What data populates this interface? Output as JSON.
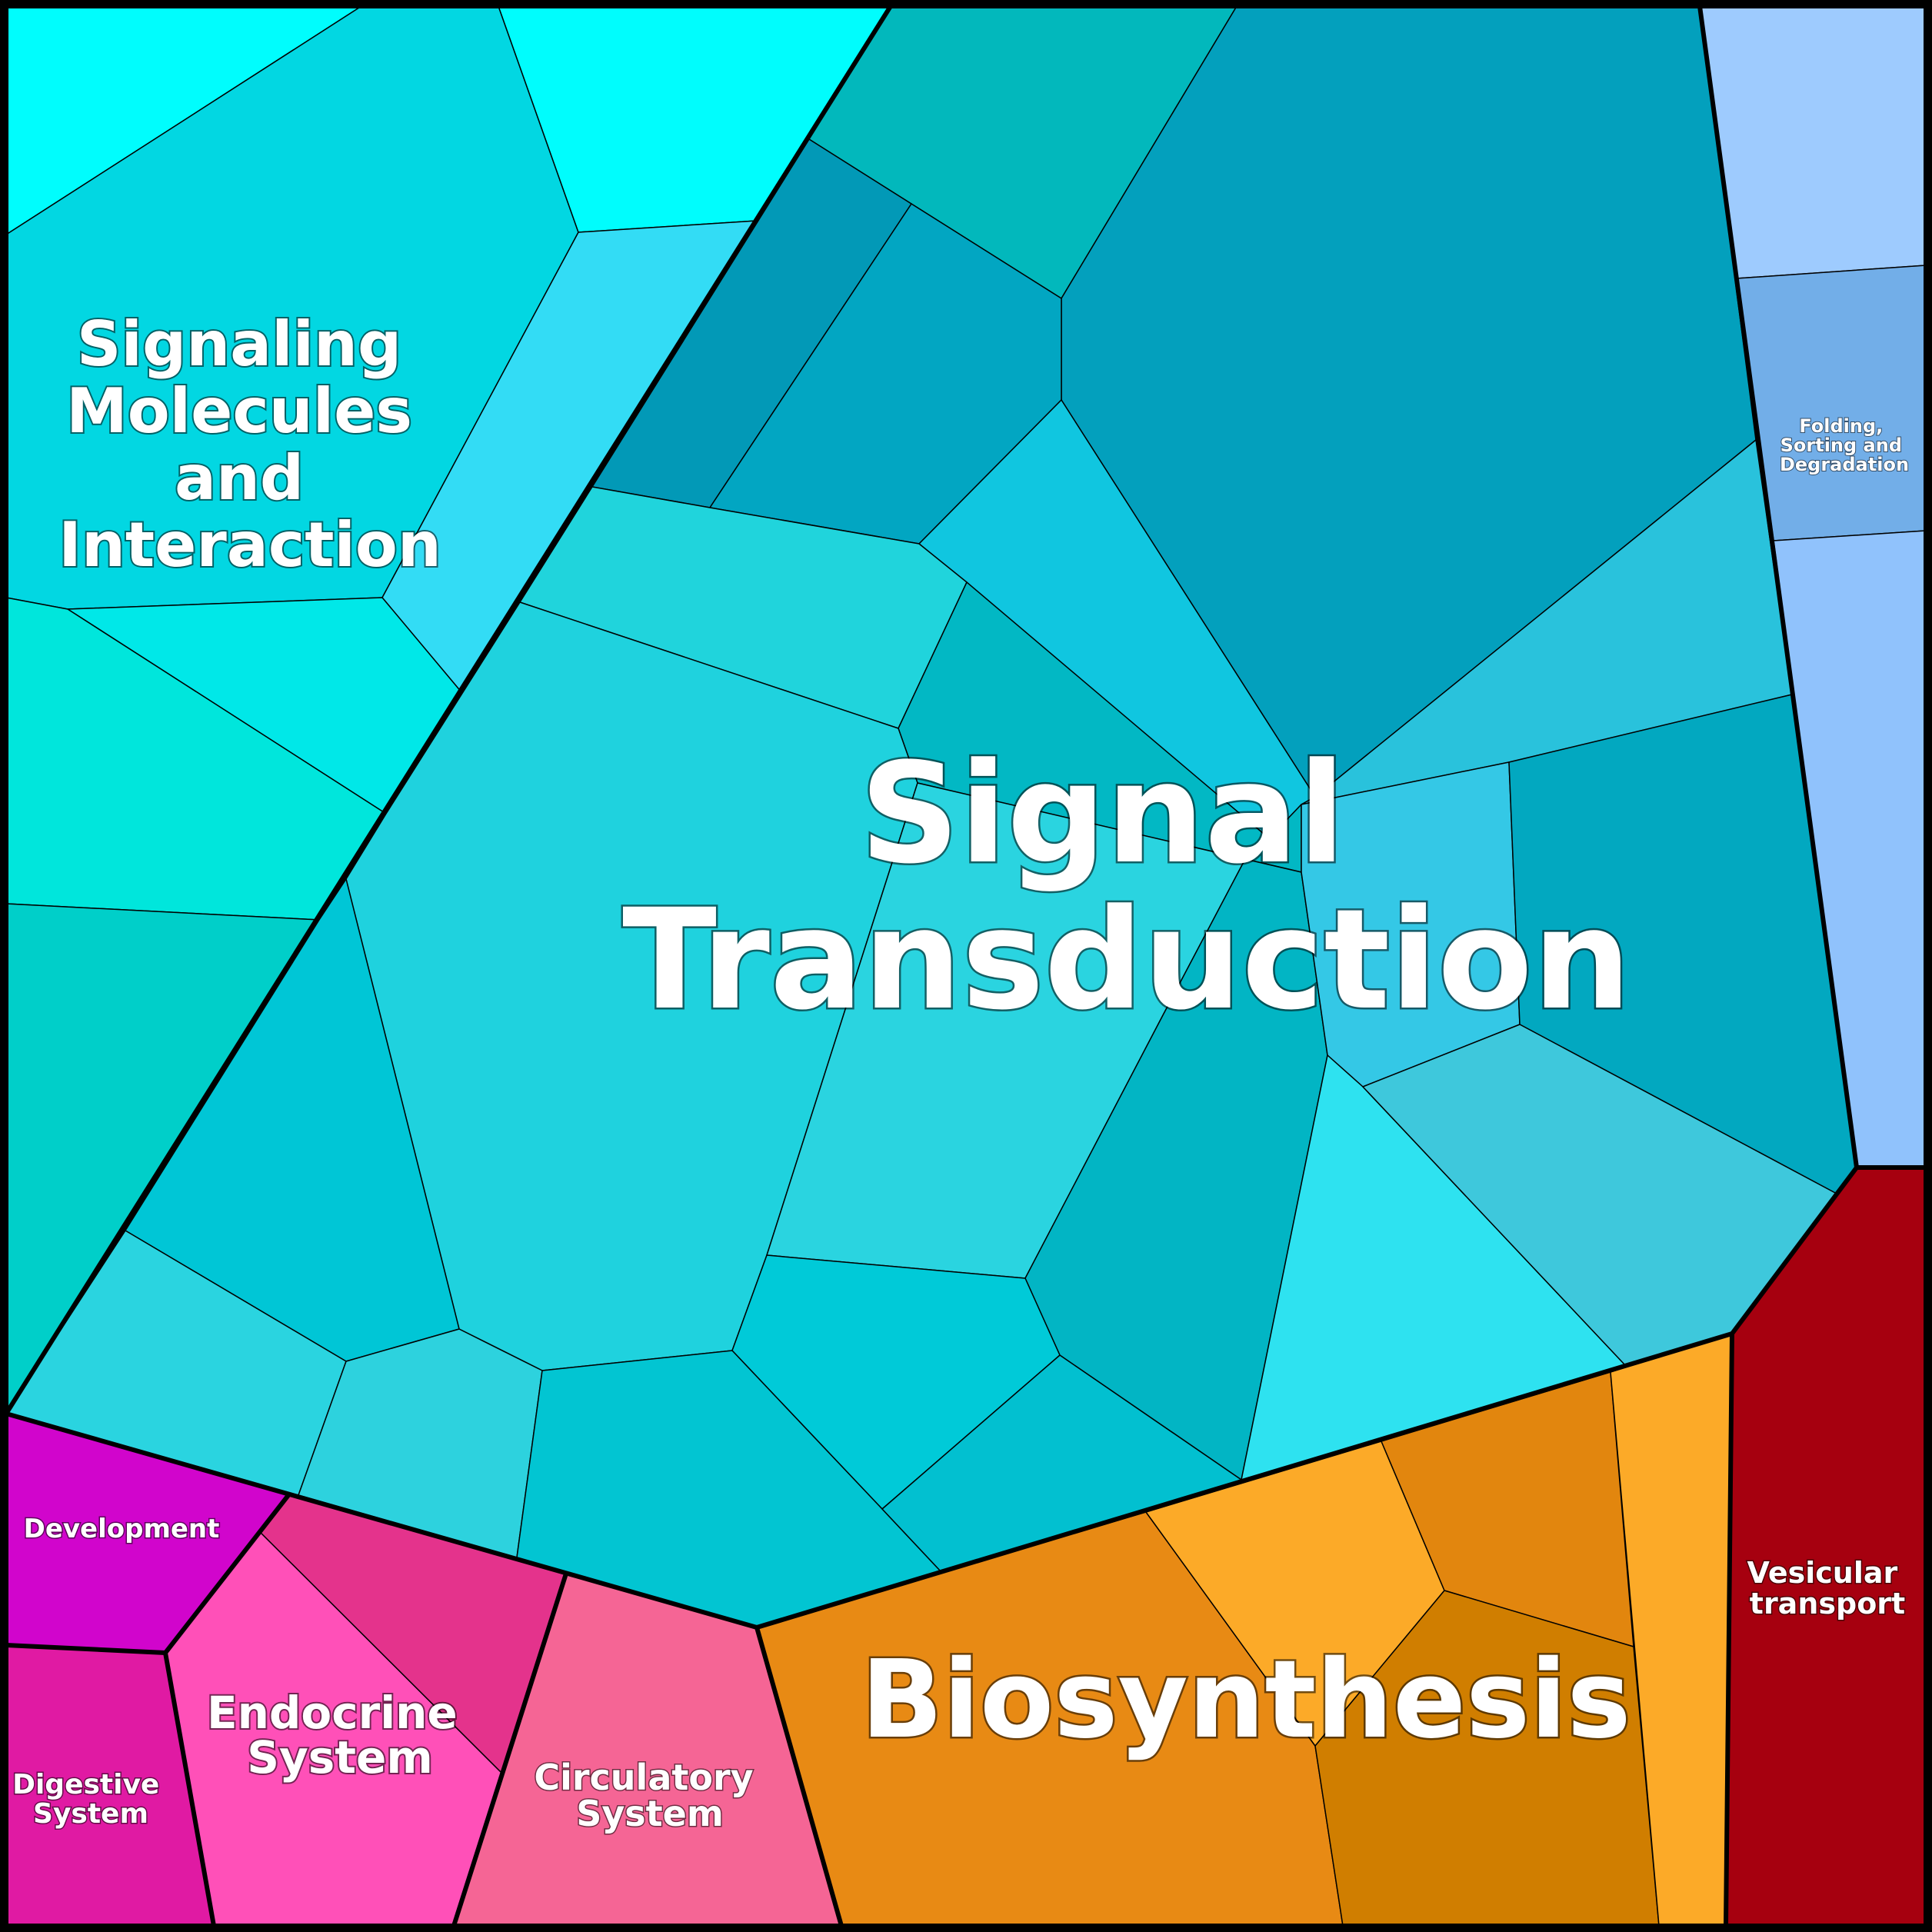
{
  "labels": {
    "signal_transduction": [
      "Signal",
      "Transduction"
    ],
    "signaling_molecules": [
      "Signaling",
      "Molecules",
      "and",
      "Interaction"
    ],
    "folding": [
      "Folding,",
      "Sorting and",
      "Degradation"
    ],
    "vesicular": [
      "Vesicular",
      "transport"
    ],
    "biosynthesis": [
      "Biosynthesis"
    ],
    "development": [
      "Development"
    ],
    "digestive": [
      "Digestive",
      "System"
    ],
    "endocrine": [
      "Endocrine",
      "System"
    ],
    "circulatory": [
      "Circulatory",
      "System"
    ]
  },
  "colors": {
    "signal_transduction": "#00c8d8",
    "signaling_molecules": "#00dde8",
    "folding": "#90c0fa",
    "vesicular": "#a6000f",
    "biosynthesis": "#e88a14",
    "development": "#d105cc",
    "digestive": "#e01aa3",
    "endocrine": "#ff4db8",
    "circulatory": "#f56595"
  }
}
